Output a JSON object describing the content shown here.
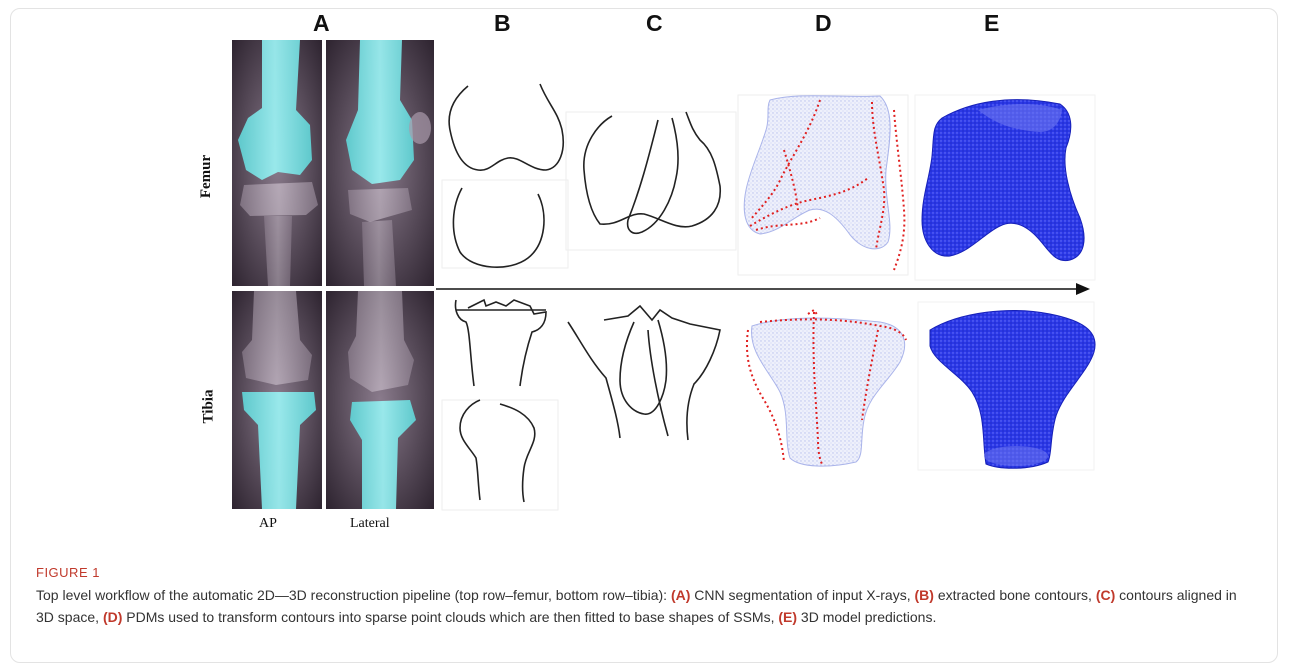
{
  "figure": {
    "panel_labels": [
      "A",
      "B",
      "C",
      "D",
      "E"
    ],
    "row_labels": {
      "top": "Femur",
      "bottom": "Tibia"
    },
    "xray_labels": {
      "left": "AP",
      "right": "Lateral"
    }
  },
  "colors": {
    "bone_segmentation": "#7fe0e0",
    "xray_dark": "#3a2f3c",
    "point_cloud_light": "#c9d0f2",
    "point_cloud_red": "#e02020",
    "model_blue": "#2230e0",
    "caption_title": "#c0392b"
  },
  "caption": {
    "title": "FIGURE 1",
    "intro": "Top level workflow of the automatic 2D—3D reconstruction pipeline (top row–femur, bottom row–tibia): ",
    "parts": [
      {
        "tag": "(A)",
        "text": " CNN segmentation of input X-rays, "
      },
      {
        "tag": "(B)",
        "text": " extracted bone contours, "
      },
      {
        "tag": "(C)",
        "text": " contours aligned in 3D space, "
      },
      {
        "tag": "(D)",
        "text": " PDMs used to transform contours into sparse point clouds which are then fitted to base shapes of SSMs, "
      },
      {
        "tag": "(E)",
        "text": " 3D model predictions."
      }
    ]
  }
}
